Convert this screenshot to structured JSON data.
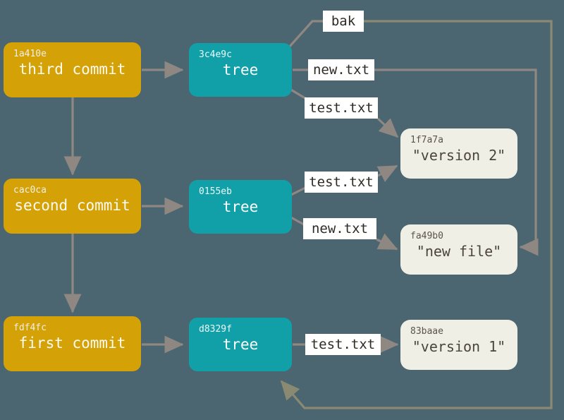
{
  "diagram": {
    "title": "git-object-model",
    "background_color": "#4b6670",
    "colors": {
      "commit": "#d4a106",
      "tree": "#11a0a8",
      "blob": "#f0efe6",
      "edge_gray": "#8e8782",
      "edge_olive": "#8a8a73",
      "label_bg": "#ffffff",
      "label_text": "#2f2a24"
    }
  },
  "commits": [
    {
      "hash": "1a410e",
      "label": "third commit"
    },
    {
      "hash": "cac0ca",
      "label": "second commit"
    },
    {
      "hash": "fdf4fc",
      "label": "first commit"
    }
  ],
  "trees": [
    {
      "hash": "3c4e9c",
      "label": "tree"
    },
    {
      "hash": "0155eb",
      "label": "tree"
    },
    {
      "hash": "d8329f",
      "label": "tree"
    }
  ],
  "blobs": [
    {
      "hash": "1f7a7a",
      "label": "\"version 2\""
    },
    {
      "hash": "fa49b0",
      "label": "\"new file\""
    },
    {
      "hash": "83baae",
      "label": "\"version 1\""
    }
  ],
  "edge_labels": [
    {
      "text": "bak"
    },
    {
      "text": "new.txt"
    },
    {
      "text": "test.txt"
    },
    {
      "text": "test.txt"
    },
    {
      "text": "new.txt"
    },
    {
      "text": "test.txt"
    }
  ]
}
